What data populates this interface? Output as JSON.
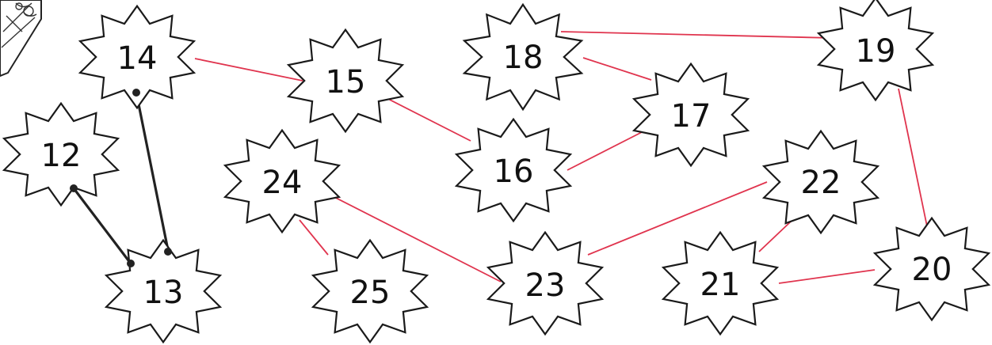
{
  "puzzle": {
    "colors": {
      "drawn_line": "#e0344e",
      "hint_line": "#222222",
      "star_outline": "#1a1a1a",
      "paper": "#ffffff"
    },
    "stars": [
      {
        "id": "s12",
        "label": "12"
      },
      {
        "id": "s13",
        "label": "13"
      },
      {
        "id": "s14",
        "label": "14"
      },
      {
        "id": "s15",
        "label": "15"
      },
      {
        "id": "s16",
        "label": "16"
      },
      {
        "id": "s17",
        "label": "17"
      },
      {
        "id": "s18",
        "label": "18"
      },
      {
        "id": "s19",
        "label": "19"
      },
      {
        "id": "s20",
        "label": "20"
      },
      {
        "id": "s21",
        "label": "21"
      },
      {
        "id": "s22",
        "label": "22"
      },
      {
        "id": "s23",
        "label": "23"
      },
      {
        "id": "s24",
        "label": "24"
      },
      {
        "id": "s25",
        "label": "25"
      }
    ],
    "connections": [
      {
        "from": "12",
        "to": "13",
        "style": "hint"
      },
      {
        "from": "13",
        "to": "14",
        "style": "hint"
      },
      {
        "from": "14",
        "to": "15",
        "style": "drawn"
      },
      {
        "from": "15",
        "to": "16",
        "style": "drawn"
      },
      {
        "from": "16",
        "to": "17",
        "style": "drawn"
      },
      {
        "from": "17",
        "to": "18",
        "style": "drawn"
      },
      {
        "from": "18",
        "to": "19",
        "style": "drawn"
      },
      {
        "from": "19",
        "to": "20",
        "style": "drawn"
      },
      {
        "from": "20",
        "to": "21",
        "style": "drawn"
      },
      {
        "from": "21",
        "to": "22",
        "style": "drawn"
      },
      {
        "from": "22",
        "to": "23",
        "style": "drawn"
      },
      {
        "from": "23",
        "to": "24",
        "style": "drawn"
      },
      {
        "from": "24",
        "to": "25",
        "style": "drawn"
      }
    ],
    "corner_picture": {
      "icon": "corner-drawing-icon"
    }
  }
}
